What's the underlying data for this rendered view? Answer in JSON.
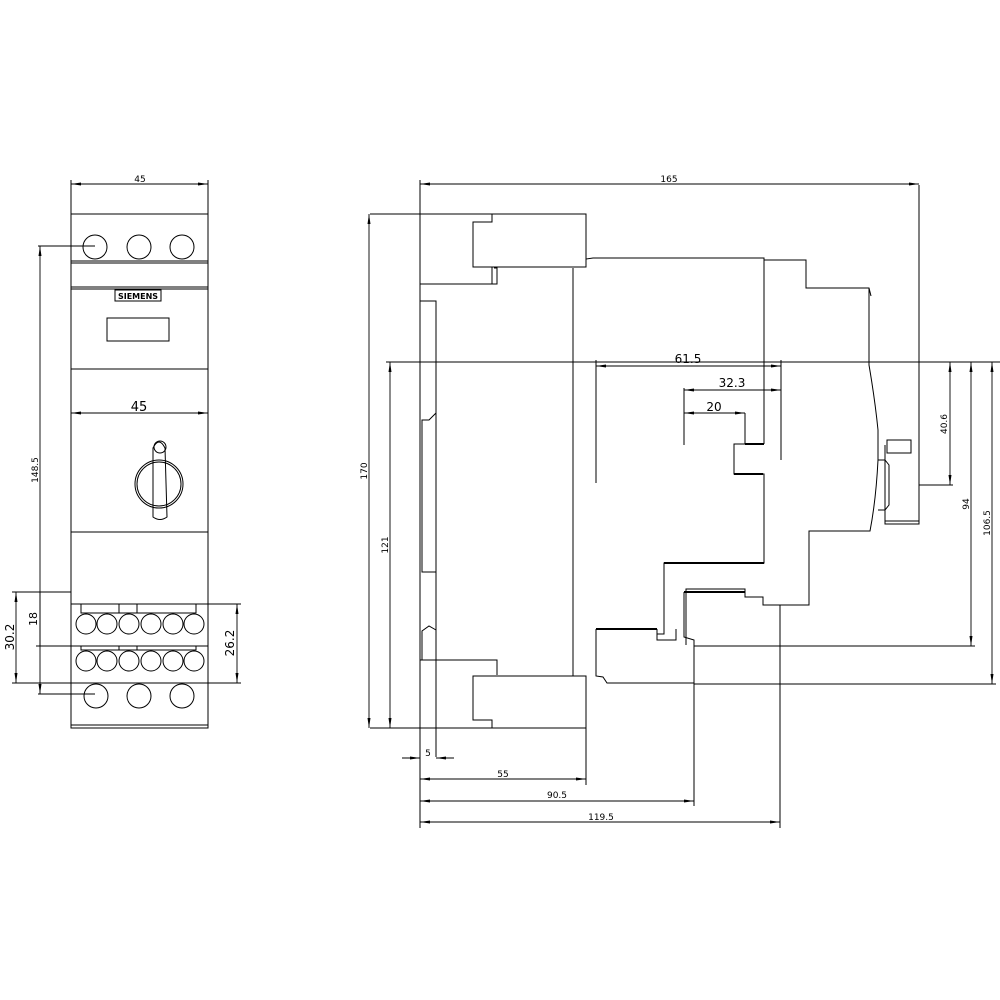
{
  "drawing": {
    "type": "technical dimension drawing",
    "units": "mm",
    "brand_label": "SIEMENS",
    "background": "#ffffff",
    "line_color": "#000000"
  },
  "front_view": {
    "dimensions": {
      "top_width": "45",
      "mid_width": "45",
      "height_148_5": "148.5",
      "terminal_pitch_18": "18",
      "aux_block_30_2": "30.2",
      "aux_block_26_2": "26.2"
    },
    "main_terminals_top": 3,
    "main_terminals_bottom": 3,
    "aux_terminals_rows": 2,
    "aux_terminals_per_row": 6,
    "features": [
      "rotary-knob",
      "label-window",
      "brand-plate"
    ]
  },
  "side_view": {
    "dimensions": {
      "depth_total": "165",
      "height_total": "170",
      "rail_height": "121",
      "depth_61_5": "61.5",
      "depth_32_3": "32.3",
      "depth_20": "20",
      "knob_offset_40_6": "40.6",
      "height_94": "94",
      "height_106_5": "106.5",
      "rail_offset_5": "5",
      "depth_55": "55",
      "depth_90_5": "90.5",
      "depth_119_5": "119.5"
    }
  }
}
